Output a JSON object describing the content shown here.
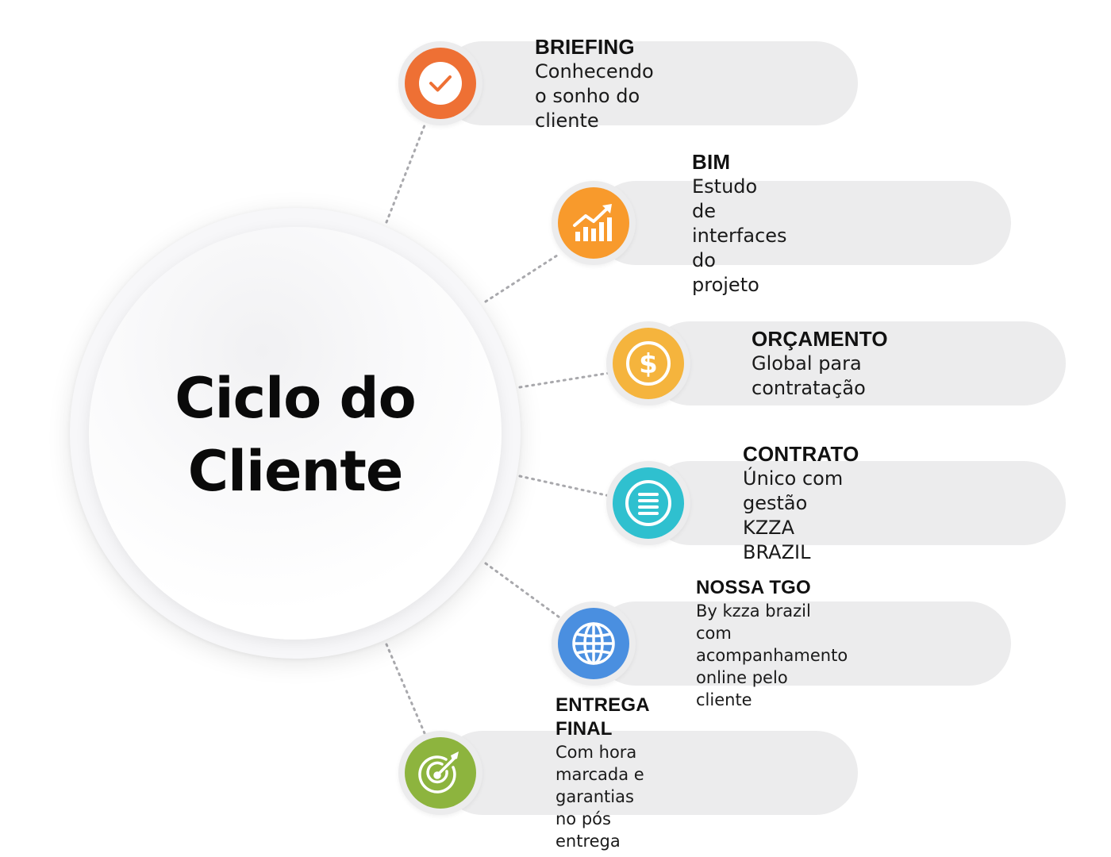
{
  "hub": {
    "title_line1": "Ciclo do",
    "title_line2": "Cliente"
  },
  "steps": [
    {
      "title": "BRIEFING",
      "desc1": "Conhecendo o sonho do cliente",
      "desc2": "",
      "icon": "checkmark-icon",
      "color": "#ee7034"
    },
    {
      "title": "BIM",
      "desc1": "Estudo de interfaces do projeto",
      "desc2": "",
      "icon": "growth-chart-icon",
      "color": "#f89a2c"
    },
    {
      "title": "ORÇAMENTO",
      "desc1": "Global para contratação",
      "desc2": "",
      "icon": "dollar-coin-icon",
      "color": "#f5b43d"
    },
    {
      "title": "CONTRATO",
      "desc1": "Único com gestão KZZA BRAZIL",
      "desc2": "",
      "icon": "document-list-icon",
      "color": "#2fc0cf"
    },
    {
      "title": "NOSSA TGO",
      "desc1": "By kzza brazil com acompanhamento",
      "desc2": "online pelo cliente",
      "icon": "globe-icon",
      "color": "#4a8fe0"
    },
    {
      "title": "ENTREGA FINAL",
      "desc1": "Com hora marcada e garantias",
      "desc2": "no pós entrega",
      "icon": "target-arrow-icon",
      "color": "#8db43e"
    }
  ]
}
